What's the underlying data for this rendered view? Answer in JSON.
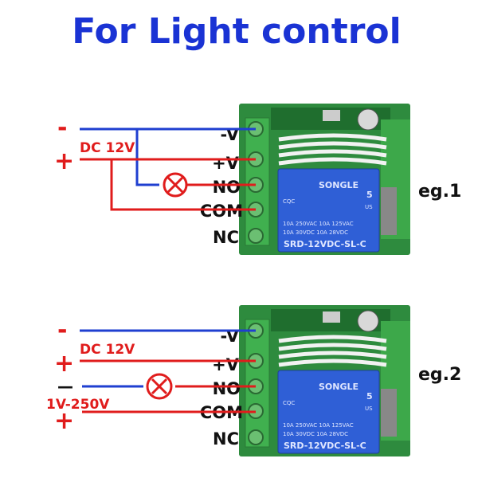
{
  "title": "For Light control",
  "terminals": [
    "-V",
    "+V",
    "NO",
    "COM",
    "NC"
  ],
  "relay": {
    "brand": "SONGLE",
    "rating1": "10A 250VAC  10A 125VAC",
    "rating2": "10A  30VDC  10A  28VDC",
    "model": "SRD-12VDC-SL-C",
    "cert_mark": "5",
    "cert_us": "US",
    "cqc": "CQC"
  },
  "examples": [
    {
      "label": "eg.1",
      "supply": "DC 12V",
      "minus": "-",
      "plus": "+"
    },
    {
      "label": "eg.2",
      "supply": "DC 12V",
      "minus": "-",
      "plus": "+",
      "load_supply": "1V-250V",
      "load_minus": "—",
      "load_plus": "+"
    }
  ],
  "colors": {
    "title": "#1a33d4",
    "negative_wire": "#1f3fd0",
    "positive_wire": "#e01c1c",
    "terminal_block": "#3aa64a",
    "relay": "#2f5fd6"
  }
}
